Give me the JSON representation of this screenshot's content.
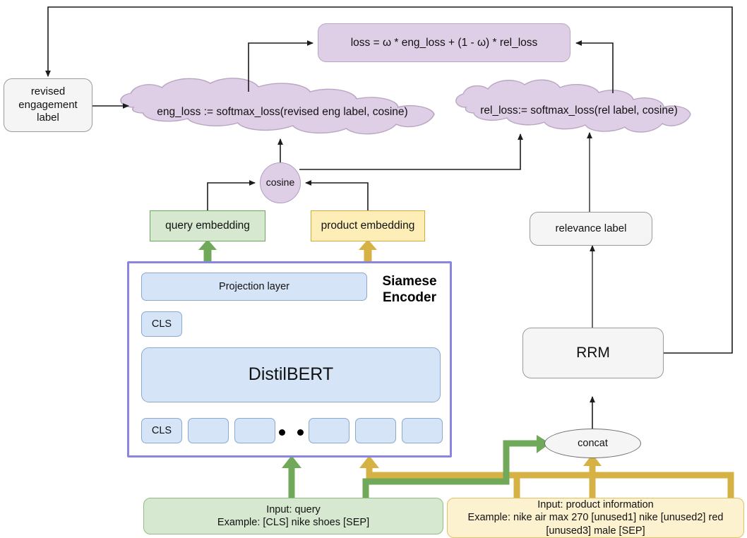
{
  "diagram": {
    "title": "Siamese encoder joint engagement / relevance training architecture",
    "colors": {
      "purple_fill": "#dfcfe6",
      "purple_stroke": "#b9a6c4",
      "green_fill": "#d6e8d0",
      "green_stroke": "#6aa85c",
      "yellow_fill": "#fdeeb8",
      "yellow_stroke": "#d2aa3c",
      "blue_fill": "#d6e4f7",
      "blue_stroke": "#8aa9cc",
      "grey_fill": "#f5f5f5",
      "grey_stroke": "#9a9a9a",
      "encoder_border": "#8985e0",
      "edge": "#2b2b2b",
      "green_edge": "#70a95a",
      "yellow_edge": "#d6b245"
    },
    "nodes": {
      "loss_box": "loss = ω * eng_loss + (1 - ω) * rel_loss",
      "revised_engagement_label": "revised\nengagement\nlabel",
      "eng_loss_cloud": "eng_loss := softmax_loss(revised eng label, cosine)",
      "rel_loss_cloud": "rel_loss:= softmax_loss(rel label, cosine)",
      "cosine": "cosine",
      "query_embedding": "query embedding",
      "product_embedding": "product embedding",
      "relevance_label": "relevance label",
      "rrm": "RRM",
      "concat": "concat",
      "siamese_encoder": "Siamese\nEncoder",
      "projection_layer": "Projection layer",
      "cls_upper": "CLS",
      "distilbert": "DistilBERT",
      "cls_token": "CLS",
      "ellipsis": "• • •",
      "tokens": [
        "CLS",
        "",
        "",
        "",
        "",
        ""
      ],
      "query_input": {
        "line1": "Input: query",
        "line2": "Example: [CLS] nike shoes [SEP]"
      },
      "product_input": {
        "line1": "Input: product information",
        "line2": "Example: nike air max 270 [unused1] nike [unused2] red",
        "line3": "[unused3] male [SEP]"
      }
    },
    "edges": [
      {
        "from": "rrm",
        "to": "revised_engagement_label",
        "style": "black-orthogonal-top-loop"
      },
      {
        "from": "eng_loss_cloud",
        "to": "loss_box",
        "style": "black-orthogonal"
      },
      {
        "from": "rel_loss_cloud",
        "to": "loss_box",
        "style": "black-orthogonal"
      },
      {
        "from": "revised_engagement_label",
        "to": "eng_loss_cloud",
        "style": "black-straight"
      },
      {
        "from": "cosine",
        "to": "eng_loss_cloud",
        "style": "black-straight"
      },
      {
        "from": "cosine",
        "to": "rel_loss_cloud",
        "style": "black-orthogonal"
      },
      {
        "from": "relevance_label",
        "to": "rel_loss_cloud",
        "style": "black-straight"
      },
      {
        "from": "query_embedding",
        "to": "cosine",
        "style": "black-orthogonal"
      },
      {
        "from": "product_embedding",
        "to": "cosine",
        "style": "black-orthogonal"
      },
      {
        "from": "projection_layer",
        "to": "query_embedding",
        "style": "green-thick"
      },
      {
        "from": "projection_layer",
        "to": "product_embedding",
        "style": "yellow-thick"
      },
      {
        "from": "cls_upper",
        "to": "projection_layer",
        "style": "grey-arrow"
      },
      {
        "from": "distilbert",
        "to": "cls_upper",
        "style": "grey-arrow"
      },
      {
        "from": "tokens",
        "to": "distilbert",
        "style": "grey-arrow"
      },
      {
        "from": "query_input",
        "to": "siamese_encoder",
        "style": "green-thick"
      },
      {
        "from": "query_input",
        "to": "concat",
        "style": "green-thick"
      },
      {
        "from": "product_input",
        "to": "siamese_encoder",
        "style": "yellow-thick"
      },
      {
        "from": "product_input",
        "to": "concat",
        "style": "yellow-thick"
      },
      {
        "from": "concat",
        "to": "rrm",
        "style": "black-straight"
      },
      {
        "from": "rrm",
        "to": "relevance_label",
        "style": "black-straight"
      }
    ]
  }
}
